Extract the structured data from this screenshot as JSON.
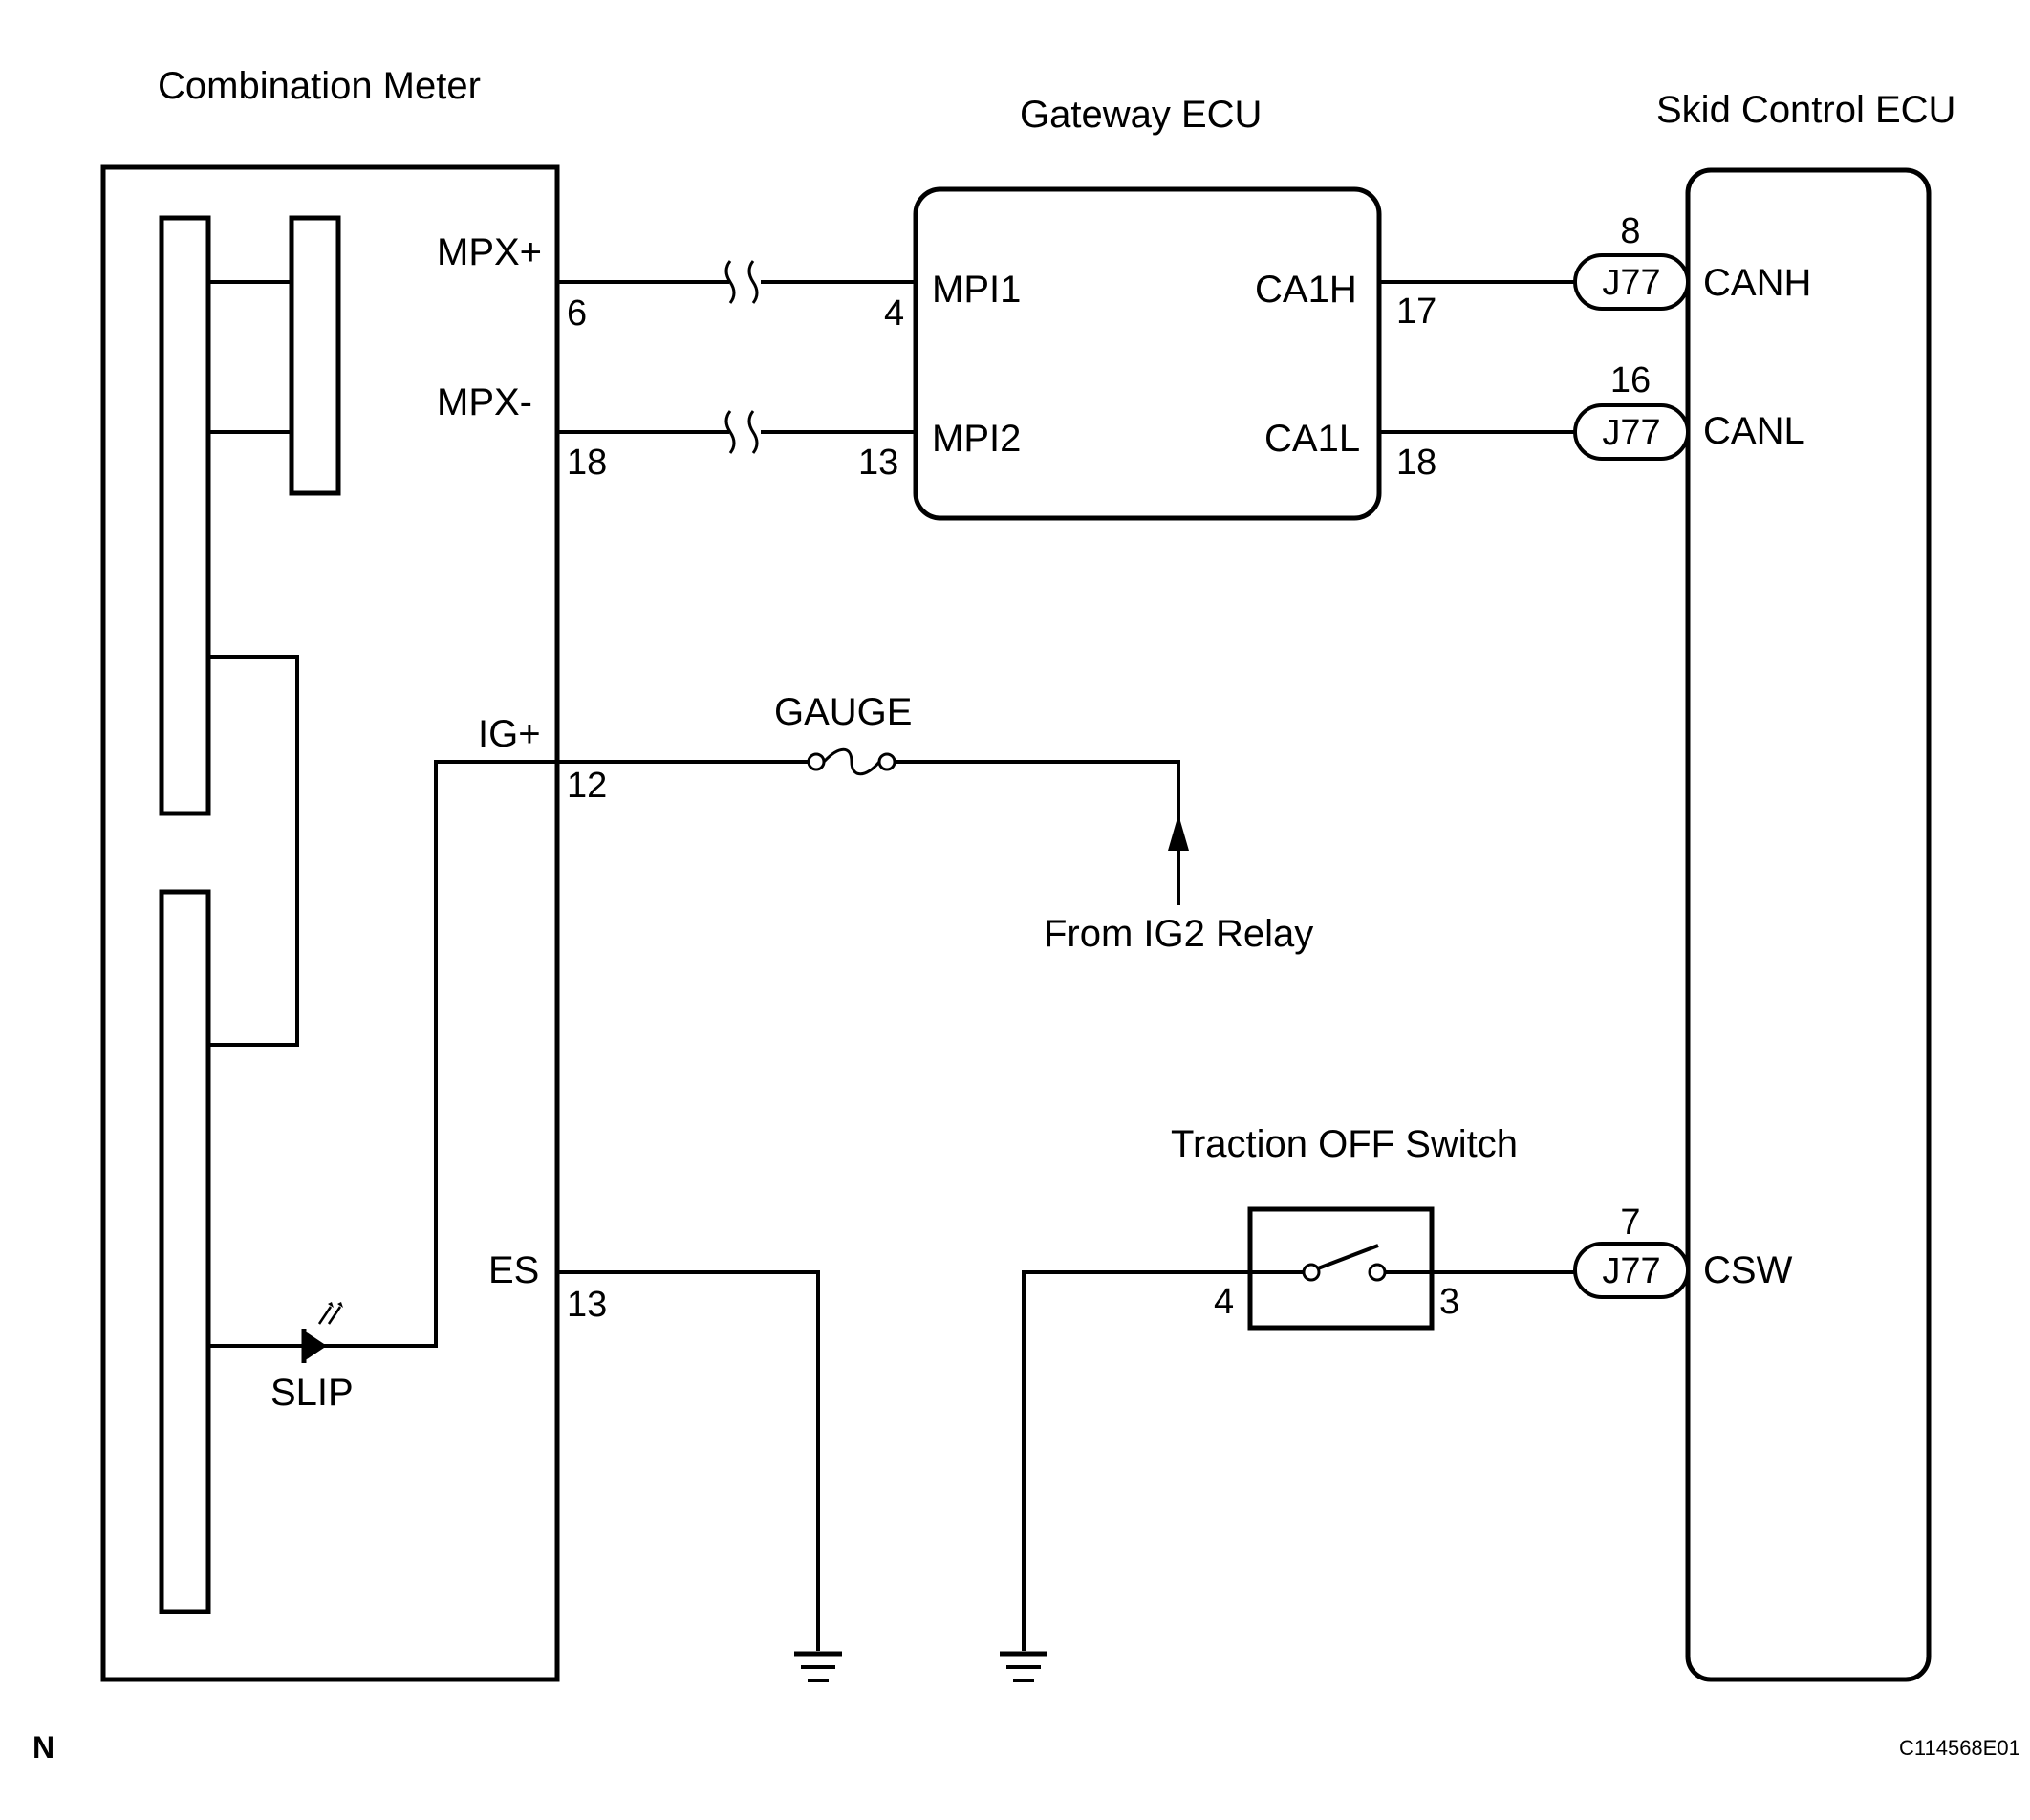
{
  "components": {
    "combination_meter": "Combination Meter",
    "gateway_ecu": "Gateway ECU",
    "skid_control_ecu": "Skid Control ECU",
    "traction_off_switch": "Traction OFF Switch",
    "fuse": "GAUGE",
    "ig2_source": "From IG2 Relay",
    "slip_indicator": "SLIP"
  },
  "meter_terminals": {
    "mpx_plus": "MPX+",
    "mpx_plus_pin": "6",
    "mpx_minus": "MPX-",
    "mpx_minus_pin": "18",
    "ig_plus": "IG+",
    "ig_plus_pin": "12",
    "es": "ES",
    "es_pin": "13"
  },
  "gateway_terminals": {
    "mpi1": "MPI1",
    "mpi1_pin": "4",
    "mpi2": "MPI2",
    "mpi2_pin": "13",
    "ca1h": "CA1H",
    "ca1h_pin": "17",
    "ca1l": "CA1L",
    "ca1l_pin": "18"
  },
  "skid_terminals": {
    "canh": "CANH",
    "canh_pin": "8",
    "canl": "CANL",
    "canl_pin": "16",
    "csw": "CSW",
    "csw_pin": "7",
    "connector": "J77"
  },
  "switch_pins": {
    "left": "4",
    "right": "3"
  },
  "footer": {
    "left_mark": "N",
    "figure_id": "C114568E01"
  }
}
